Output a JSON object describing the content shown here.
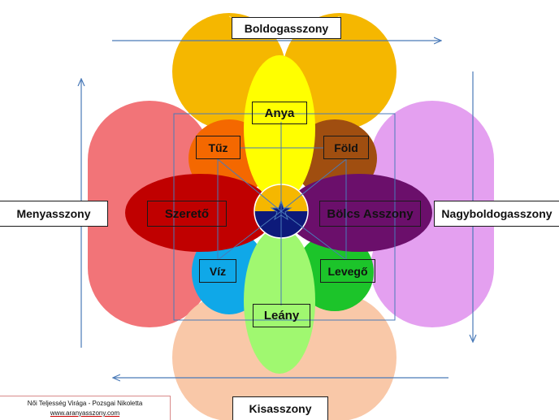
{
  "colors": {
    "yellow_big": "#f5b700",
    "purple": "#e4a0f0",
    "red": "#f27478",
    "peach": "#f9c8a8",
    "orange": "#f46800",
    "brown": "#a04e10",
    "blue": "#0fa8e8",
    "green": "#1cc42a",
    "inner_yellow": "#ffff00",
    "inner_green": "#a0f870",
    "dark_red": "#c00000",
    "dark_purple": "#6b0f6b",
    "navy": "#0d1a7a",
    "arrow": "#4a7ab8"
  },
  "labels": {
    "top": "Boldogasszony",
    "bottom": "Kisasszony",
    "left": "Menyasszony",
    "right": "Nagyboldogasszony",
    "anya": "Anya",
    "leany": "Leány",
    "tuz": "Tűz",
    "fold": "Föld",
    "viz": "Víz",
    "levego": "Levegő",
    "szereto": "Szerető",
    "bolcs": "Bölcs Asszony"
  },
  "credit": {
    "line1": "Női Teljesség Virága  - Pozsgai Nikoletta",
    "line2": "www.aranyasszony.com"
  }
}
